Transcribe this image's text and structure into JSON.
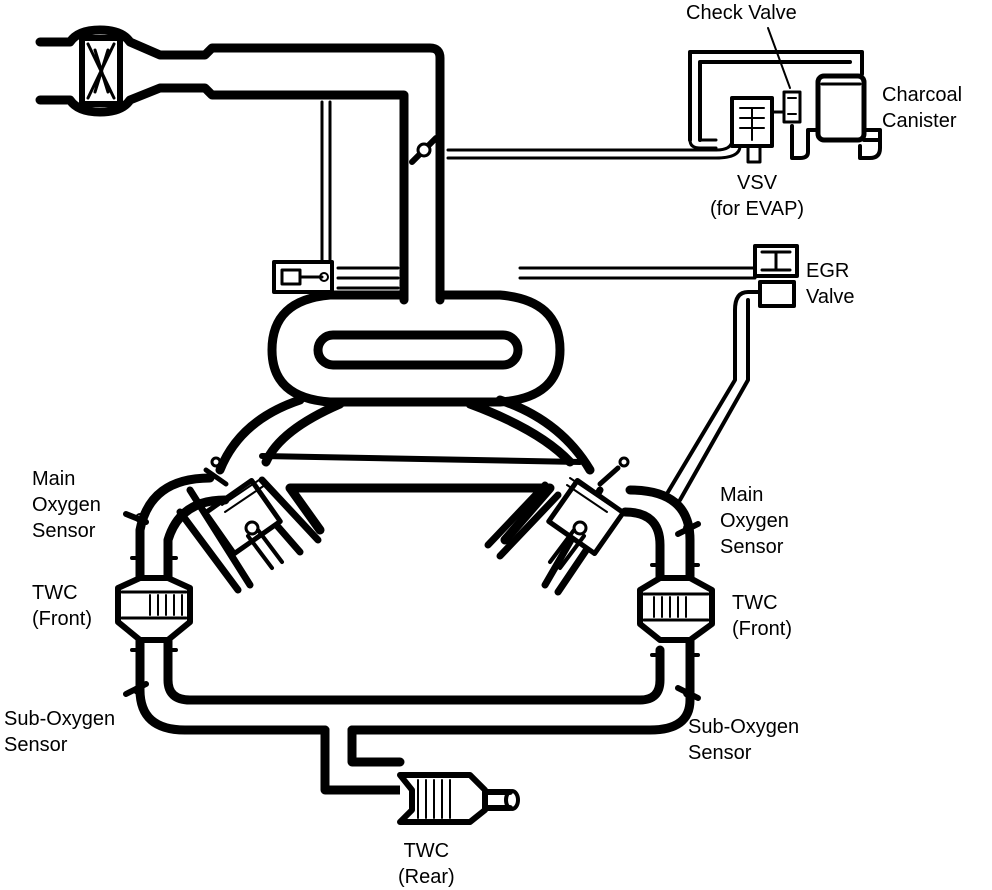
{
  "labels": {
    "check_valve": "Check Valve",
    "charcoal_canister": [
      "Charcoal",
      "Canister"
    ],
    "vsv": [
      "VSV",
      "(for EVAP)"
    ],
    "egr_valve": [
      "EGR",
      "Valve"
    ],
    "main_o2_left": [
      "Main",
      "Oxygen",
      "Sensor"
    ],
    "main_o2_right": [
      "Main",
      "Oxygen",
      "Sensor"
    ],
    "twc_front_left": [
      "TWC",
      "(Front)"
    ],
    "twc_front_right": [
      "TWC",
      "(Front)"
    ],
    "sub_o2_left": [
      "Sub-Oxygen",
      "Sensor"
    ],
    "sub_o2_right": [
      "Sub-Oxygen",
      "Sensor"
    ],
    "twc_rear": [
      "TWC",
      "(Rear)"
    ]
  },
  "colors": {
    "line": "#000000",
    "background": "#ffffff"
  }
}
